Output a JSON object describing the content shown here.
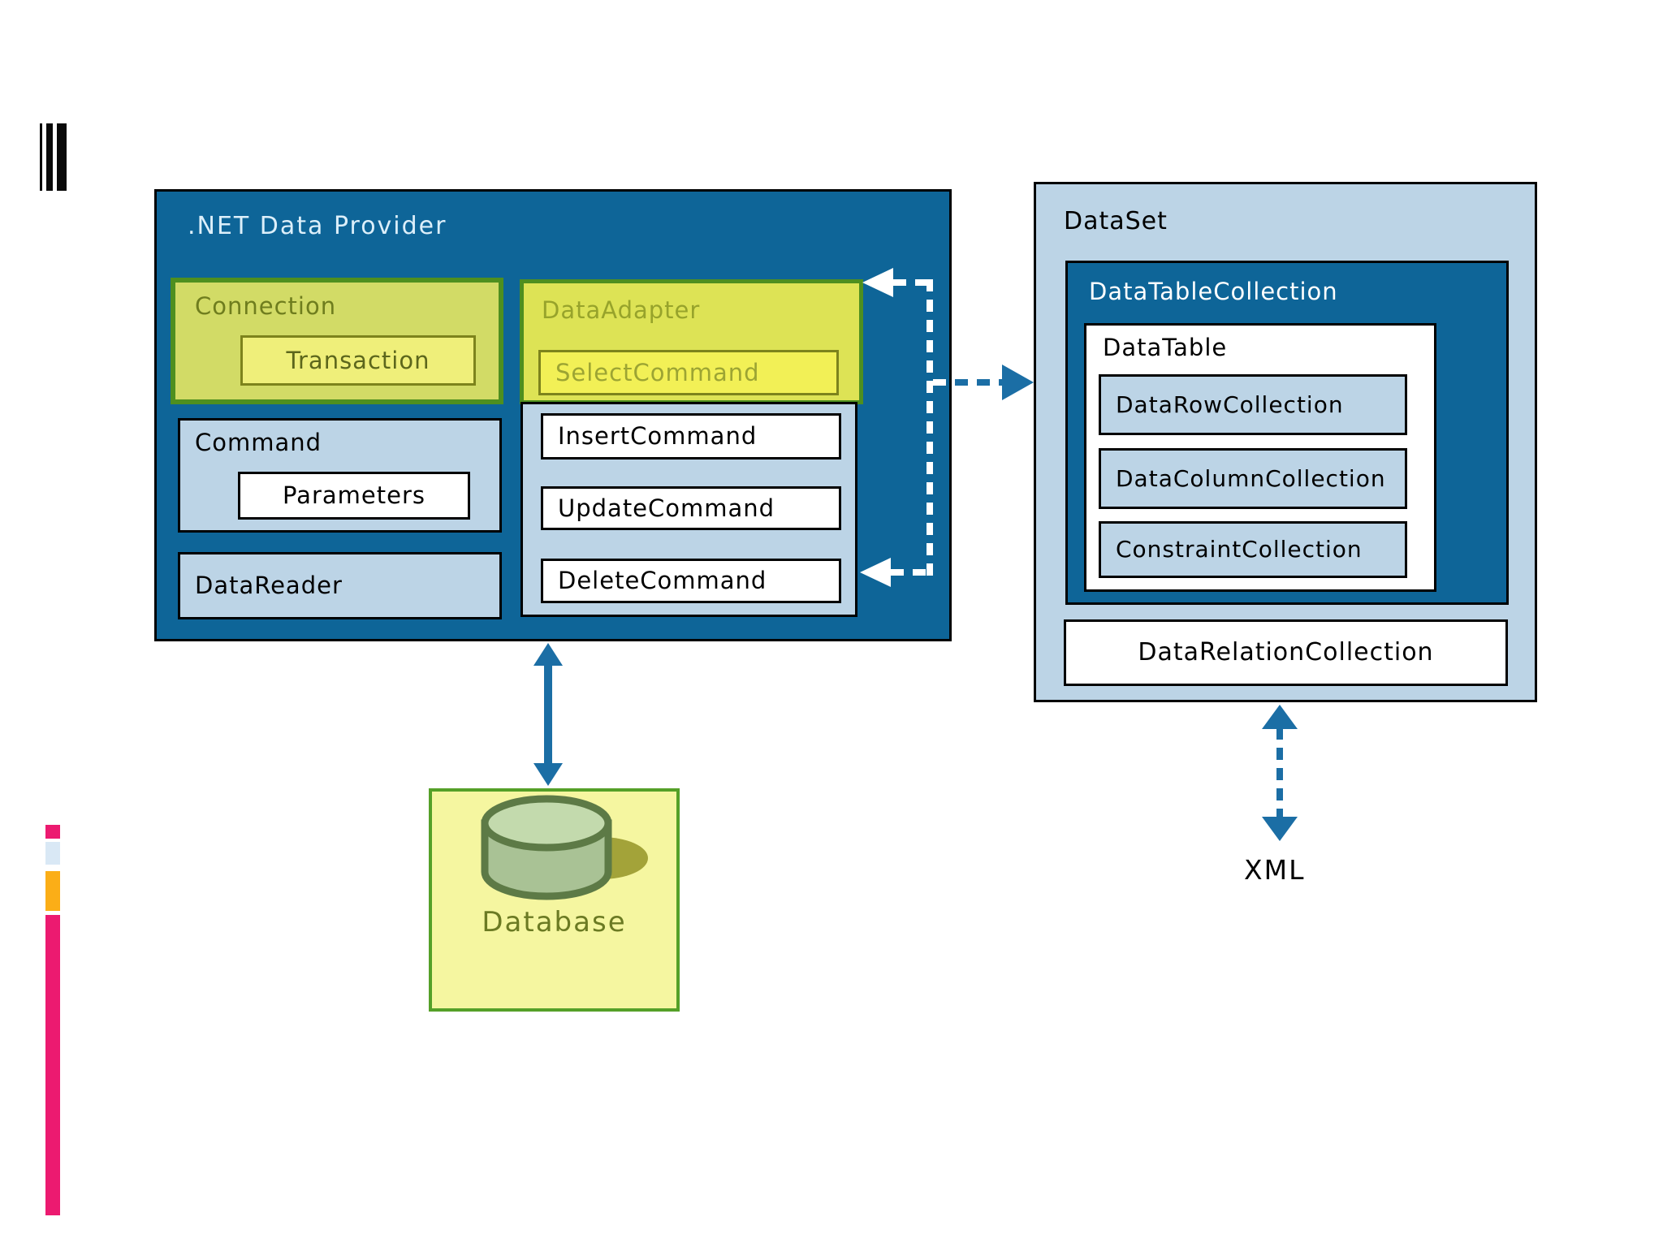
{
  "slide": {
    "provider": {
      "title": ".NET Data Provider",
      "connection": {
        "label": "Connection",
        "transaction_label": "Transaction"
      },
      "data_adapter": {
        "label": "DataAdapter",
        "select_command_label": "SelectCommand"
      },
      "command": {
        "label": "Command",
        "parameters_label": "Parameters"
      },
      "data_reader_label": "DataReader",
      "adapter_commands": {
        "insert": "InsertCommand",
        "update": "UpdateCommand",
        "delete": "DeleteCommand"
      }
    },
    "dataset": {
      "title": "DataSet",
      "table_collection_label": "DataTableCollection",
      "data_table_label": "DataTable",
      "row_collection_label": "DataRowCollection",
      "column_collection_label": "DataColumnCollection",
      "constraint_collection_label": "ConstraintCollection",
      "relation_collection_label": "DataRelationCollection"
    },
    "database": {
      "label": "Database"
    },
    "xml_label": "XML"
  },
  "colors": {
    "dark_blue": "#0E6598",
    "light_blue": "#BCD4E6",
    "title_light": "#DCEFFA",
    "green_border": "#4E8F1F",
    "conn_fill": "#D2DB66",
    "conn_text": "#6F7D1E",
    "trans_fill": "#EFEF7A",
    "trans_text": "#5C661C",
    "olive_border": "#7D831C",
    "adapter_fill": "#DDE355",
    "adapter_text": "#97A32B",
    "select_fill": "#F2F056",
    "select_text": "#9CA433",
    "db_fill": "#F5F6A0",
    "db_border": "#55A028",
    "db_text": "#6B7A23",
    "cyl_top": "#C3DAAD",
    "cyl_body": "#A9C295",
    "cyl_outline": "#5D7A46",
    "cyl_shadow": "#A3A339",
    "blue_arrow": "#1B6EA5",
    "magenta": "#EC1A70",
    "orange": "#FBAE17",
    "chip_blue": "#D9E8F5"
  }
}
